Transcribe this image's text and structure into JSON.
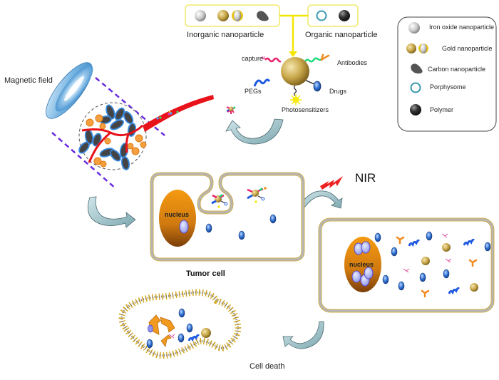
{
  "top_panel": {
    "inorganic_label": "Inorganic nanoparticle",
    "organic_label": "Organic nanoparticle"
  },
  "functionalized_nanoparticle": {
    "core": "Gold nanoparticle",
    "ligands": {
      "capture": "capture",
      "antibodies": "Antibodies",
      "pegs": "PEGs",
      "drugs": "Drugs",
      "photosensitizers": "Photosensitizers"
    }
  },
  "legend": {
    "items": [
      {
        "icon": "iron-oxide-sphere",
        "label": "Iron oxide nanoparticle"
      },
      {
        "icon": "gold-sphere",
        "label": "Gold nanoparticle"
      },
      {
        "icon": "carbon-particle",
        "label": "Carbon nanoparticle"
      },
      {
        "icon": "porphysome-ring",
        "label": "Porphysome"
      },
      {
        "icon": "polymer-sphere",
        "label": "Polymer"
      }
    ]
  },
  "labels": {
    "magnetic_field": "Magnetic field",
    "tumor_cell": "Tumor cell",
    "nucleus_1": "nucleus",
    "nucleus_2": "nucleus",
    "nir": "NIR",
    "cell_death": "Cell death"
  },
  "colors": {
    "connector_yellow": "#f5e600",
    "box_border_yellow": "#f0e868",
    "gold": "#c9a84a",
    "nucleus_orange": "#e8890c",
    "membrane_gray": "#b5b5b5",
    "membrane_gold": "#d4b04a",
    "arrow_teal": "#a9cdd4",
    "vessel_red": "#e8121a",
    "dash_purple": "#6a2de0",
    "nir_red": "#ee2020"
  }
}
